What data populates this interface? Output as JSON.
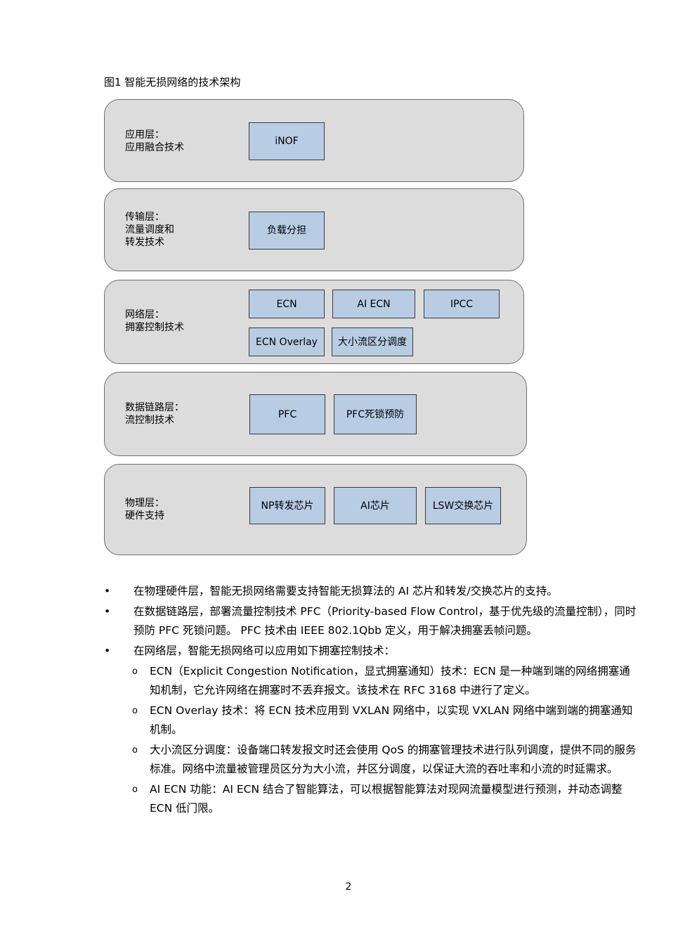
{
  "figure": {
    "caption": "图1 智能无损网络的技术架构",
    "layers": [
      {
        "label_lines": [
          "应用层：",
          "应用融合技术"
        ],
        "boxes": [
          "iNOF"
        ]
      },
      {
        "label_lines": [
          "传输层：",
          "流量调度和",
          "转发技术"
        ],
        "boxes": [
          "负载分担"
        ]
      },
      {
        "label_lines": [
          "网络层：",
          "拥塞控制技术"
        ],
        "boxes": [
          "ECN",
          "AI ECN",
          "IPCC",
          "ECN Overlay",
          "大小流区分调度"
        ]
      },
      {
        "label_lines": [
          "数据链路层：",
          "流控制技术"
        ],
        "boxes": [
          "PFC",
          "PFC死锁预防"
        ]
      },
      {
        "label_lines": [
          "物理层：",
          "硬件支持"
        ],
        "boxes": [
          "NP转发芯片",
          "AI芯片",
          "LSW交换芯片"
        ]
      }
    ],
    "colors": {
      "layer_fill": "#dcdcdc",
      "box_fill": "#b8cce4"
    }
  },
  "bullets": [
    {
      "text": "在物理硬件层，智能无损网络需要支持智能无损算法的 AI 芯片和转发/交换芯片的支持。"
    },
    {
      "text": "在数据链路层，部署流量控制技术 PFC（Priority-based Flow Control，基于优先级的流量控制），同时预防 PFC 死锁问题。 PFC 技术由 IEEE 802.1Qbb 定义，用于解决拥塞丢帧问题。"
    },
    {
      "text": "在网络层，智能无损网络可以应用如下拥塞控制技术：",
      "sub": [
        "ECN（Explicit Congestion Notification，显式拥塞通知）技术：ECN 是一种端到端的网络拥塞通知机制，它允许网络在拥塞时不丢弃报文。该技术在 RFC 3168 中进行了定义。",
        "ECN Overlay 技术：将 ECN 技术应用到 VXLAN 网络中，以实现 VXLAN 网络中端到端的拥塞通知机制。",
        "大小流区分调度：设备端口转发报文时还会使用 QoS 的拥塞管理技术进行队列调度，提供不同的服务标准。网络中流量被管理员区分为大小流，并区分调度，以保证大流的吞吐率和小流的时延需求。",
        "AI ECN 功能：AI ECN 结合了智能算法，可以根据智能算法对现网流量模型进行预测，并动态调整 ECN 低门限。"
      ]
    }
  ],
  "page_number": "2"
}
